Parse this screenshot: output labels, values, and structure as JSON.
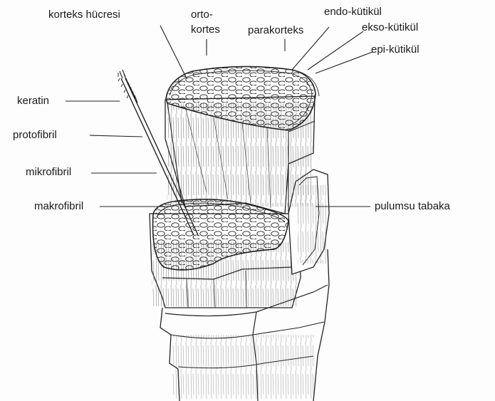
{
  "labels": {
    "korteks_hucresi": "korteks hücresi",
    "orto": "orto-",
    "kortes": "kortes",
    "parakorteks": "parakorteks",
    "endo_kutikul": "endo-kütikül",
    "ekso_kutikul": "ekso-kütikül",
    "epi_kutikul": "epi-kütikül",
    "keratin": "keratin",
    "protofibril": "protofibril",
    "mikrofibril": "mikrofibril",
    "makrofibril": "makrofibril",
    "pulumsu_tabaka": "pulumsu tabaka"
  },
  "colors": {
    "ink": "#1a1a1a",
    "paper": "#fdfdfd"
  }
}
